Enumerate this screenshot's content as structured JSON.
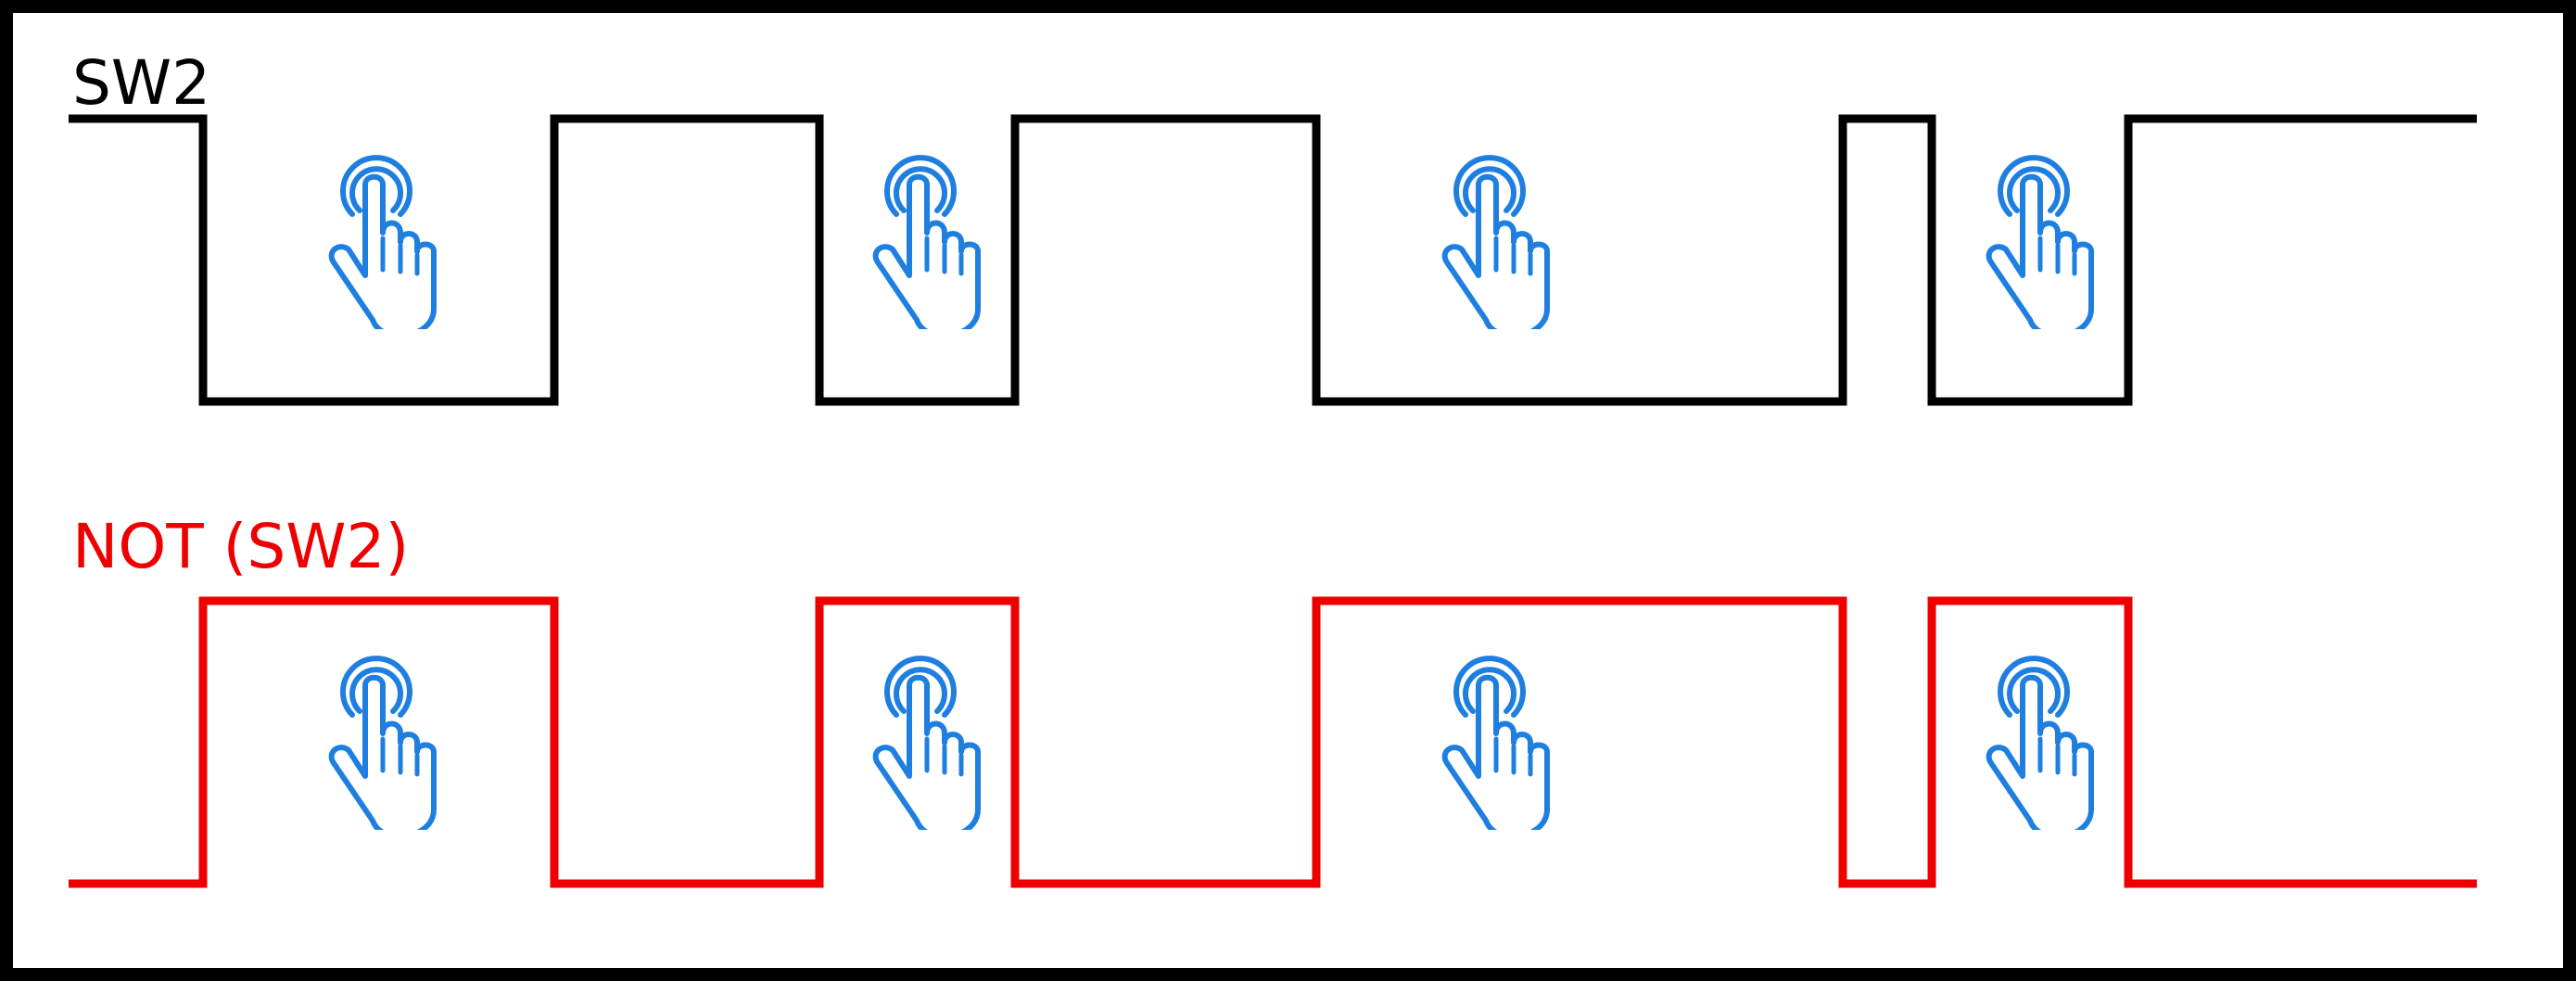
{
  "signals": [
    {
      "id": "sw2",
      "label": "SW2",
      "color": "#000000",
      "idle_level": "high",
      "pressed_level": "low"
    },
    {
      "id": "not_sw2",
      "label": "NOT (SW2)",
      "color": "#ee0000",
      "idle_level": "low",
      "pressed_level": "high"
    }
  ],
  "press_count": 4,
  "icon": {
    "name": "tap-hand-icon",
    "color": "#1e7fe0"
  },
  "frame_color": "#000000"
}
